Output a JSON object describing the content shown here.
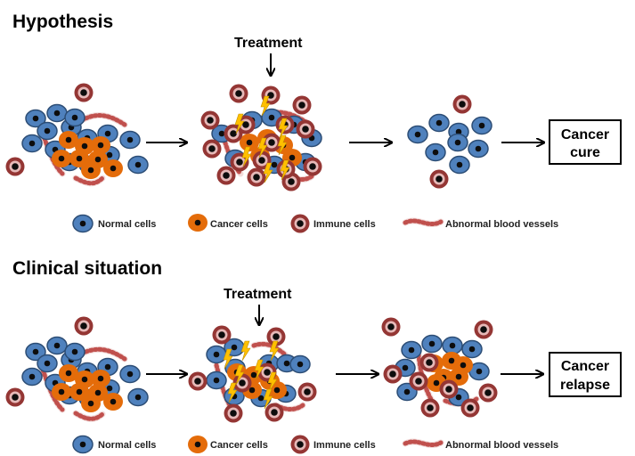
{
  "panels": [
    {
      "title": "Hypothesis",
      "treatment_label": "Treatment",
      "outcome_line1": "Cancer",
      "outcome_line2": "cure"
    },
    {
      "title": "Clinical situation",
      "treatment_label": "Treatment",
      "outcome_line1": "Cancer",
      "outcome_line2": "relapse"
    }
  ],
  "legend": {
    "normal": "Normal cells",
    "cancer": "Cancer cells",
    "immune": "Immune cells",
    "vessels": "Abnormal blood  vessels"
  },
  "colors": {
    "normal_fill": "#4f81bd",
    "normal_stroke": "#2c4d75",
    "cancer_fill": "#e46c0a",
    "immune_fill": "#943634",
    "immune_ring": "#e6b9b8",
    "nucleus": "#0d0d0d",
    "bolt": "#ffc000",
    "vessel_fill": "#f2dcdb",
    "vessel_stroke": "#c0504d"
  }
}
